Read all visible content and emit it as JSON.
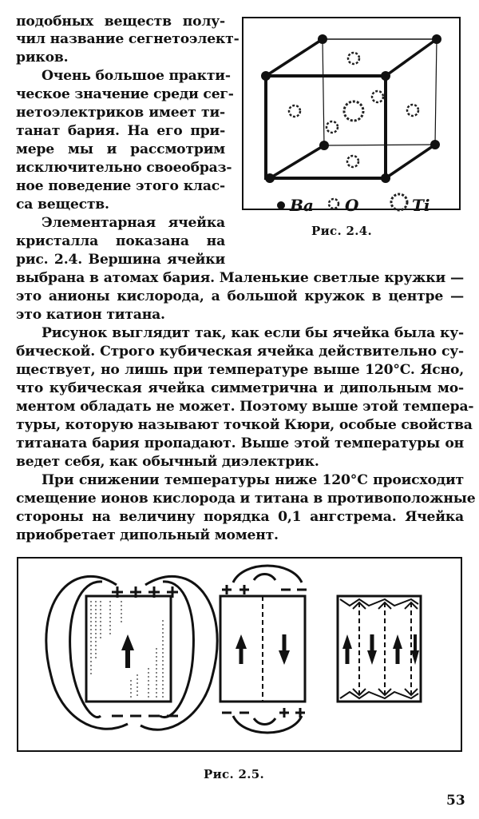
{
  "page": {
    "number": "53",
    "col_text": [
      "подобных веществ полу-",
      "чил название сегнетоэлект-",
      "риков.",
      "Очень большое практи-",
      "ческое значение среди сег-",
      "нетоэлектриков имеет ти-",
      "танат бария. На его при-",
      "мере мы и рассмотрим",
      "исключительно своеобраз-",
      "ное поведение этого клас-",
      "са веществ.",
      "Элементарная ячейка",
      "кристалла показана на",
      "рис. 2.4. Вершина ячейки"
    ],
    "full_text": [
      "выбрана в атомах бария. Маленькие светлые кружки —",
      "это анионы кислорода, а большой кружок в центре —",
      "это катион титана.",
      "Рисунок выглядит так, как если бы ячейка была ку-",
      "бической. Строго кубическая ячейка действительно су-",
      "ществует, но лишь при температуре выше 120°C. Ясно,",
      "что кубическая ячейка симметрична и дипольным мо-",
      "ментом обладать не может. Поэтому выше этой темпера-",
      "туры, которую называют точкой Кюри, особые свойства",
      "титаната бария пропадают. Выше этой температуры он",
      "ведет себя, как обычный диэлектрик.",
      "При снижении температуры ниже 120°C происходит",
      "смещение ионов кислорода и титана в противоположные",
      "стороны на величину порядка 0,1 ангстрема. Ячейка",
      "приобретает дипольный момент."
    ]
  },
  "figure_2_4": {
    "caption": "Рис. 2.4.",
    "legend": [
      {
        "symbol": "small-black-dot",
        "label": "Ba"
      },
      {
        "symbol": "small-light-circle",
        "label": "O"
      },
      {
        "symbol": "large-light-circle",
        "label": "Ti"
      }
    ]
  },
  "figure_2_5": {
    "caption": "Рис. 2.5.",
    "panel_1": {
      "top_charges": "+ + + +",
      "bottom_charges": "— — — —",
      "arrows": [
        "up"
      ]
    },
    "panel_2": {
      "top_charges": "+ + — —",
      "bottom_charges": "— — + +",
      "arrows": [
        "up",
        "down"
      ]
    },
    "panel_3": {
      "arrows": [
        "up",
        "down",
        "up",
        "down"
      ]
    }
  }
}
